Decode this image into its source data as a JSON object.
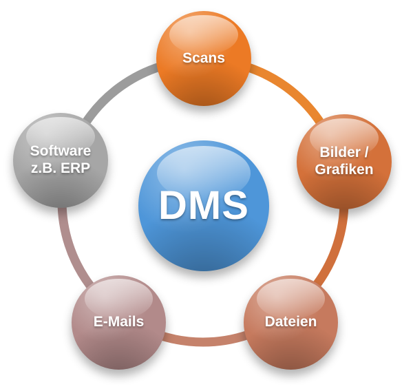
{
  "diagram": {
    "center": {
      "label": "DMS",
      "color": "#4E96D9"
    },
    "nodes": [
      {
        "id": "scans",
        "label": "Scans",
        "color": "#EC7A25"
      },
      {
        "id": "bilder-grafiken",
        "label": "Bilder / Grafiken",
        "color": "#D4713A"
      },
      {
        "id": "dateien",
        "label": "Dateien",
        "color": "#C67A5E"
      },
      {
        "id": "e-mails",
        "label": "E-Mails",
        "color": "#B28A8A"
      },
      {
        "id": "software-erp",
        "label": "Software z.B. ERP",
        "color": "#A6A6A6"
      }
    ],
    "ring_colors": [
      "#9C9C9C",
      "#E9862F",
      "#D0703C",
      "#C5826B",
      "#B08E8E"
    ],
    "text_color": "#FFFFFF"
  }
}
